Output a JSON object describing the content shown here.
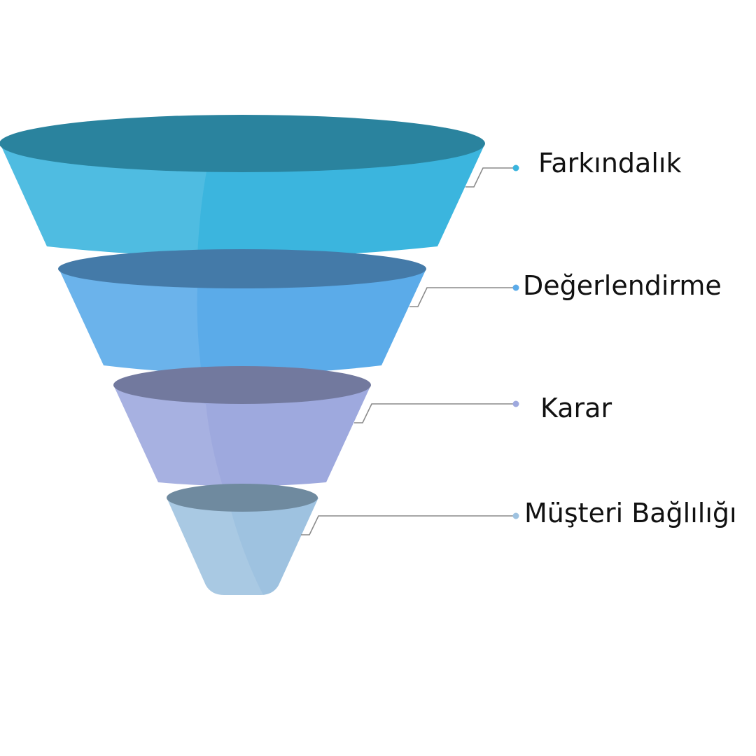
{
  "funnel": {
    "stages": [
      {
        "label": "Farkındalık",
        "body_color": "#3BB5DE",
        "top_color": "#2A839E",
        "dot_color": "#3BB5DE"
      },
      {
        "label": "Değerlendirme",
        "body_color": "#5BABE9",
        "top_color": "#447AA8",
        "dot_color": "#5BABE9"
      },
      {
        "label": "Karar",
        "body_color": "#9EA9DE",
        "top_color": "#72799E",
        "dot_color": "#9EA9DE"
      },
      {
        "label": "Müşteri Bağlılığı",
        "body_color": "#9EC2E0",
        "top_color": "#6F8A9F",
        "dot_color": "#9EC2E0"
      }
    ],
    "connector_color": "#8A8A8A"
  }
}
